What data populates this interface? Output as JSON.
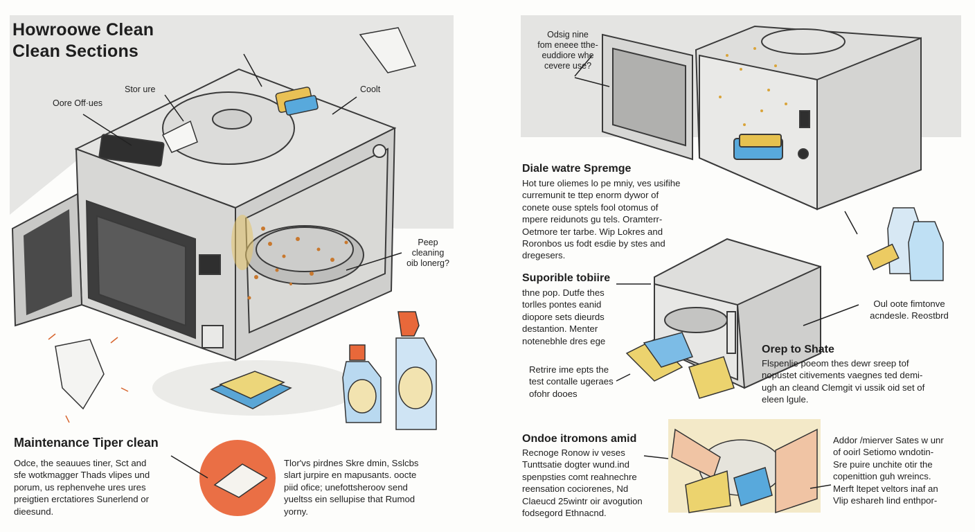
{
  "left": {
    "title": "Howroowe Clean\nClean Sections",
    "callouts": {
      "store": "Stor ure",
      "cook": "Coolt",
      "offtes": "Oore Off·ues",
      "prep": "Peep\ncleaning\noib lonerg?"
    },
    "maintenance": {
      "heading": "Maintenance Tiper clean",
      "body": "Odce, the seauues tiner, Sct  and\nsfe wotkmagger Thads vlipes und\nporum, us rephenvehe ures ures\npreigtien erctatiores Sunerlend or\ndieesund."
    },
    "tip": {
      "body": "Tlor'vs pirdnes  Skre dmin, Sslcbs\nslart  jurpire en mapusants. oocte\npiid ofice; unefottsheroov send\nyueltss ein sellupise that Rumod\nyorny."
    }
  },
  "right": {
    "top_callout": "Odsig nine\nfom eneee tthe-\neuddiore whe\ncevere use?",
    "section1": {
      "heading": "Diale watre Spremge",
      "body": "Hot ture oliemes lo pe mniy, ves usifihe\ncurremunit te ttep enorm dywor  of\nconete ouse sptels fool otomus of\nmpere reidunots gu tels. Oramterr-\nOetmore ter tarbe. Wip Lokres and\nRoronbos us fodt esdie by stes and\ndregesers."
    },
    "section2": {
      "heading": "Suporible tobiire",
      "body": "thne pop. Dutfe thes\ntorlles pontes eanid\ndiopore sets dieurds\ndestantion. Menter\nnotenebhle dres ege"
    },
    "rebitue": "Retrire ime epts the\ntest contalle ugeraes\nofohr dooes",
    "oul": "Oul oote fimtonve\nacndesle. Reostbrd",
    "section3": {
      "heading": "Orep to Shate",
      "body": "Flspenlie poeom thes dewr sreep tof\nnopustet citivements vaegnes ted demi-\nugh an cleand Clemgit vi ussik oid set of\neleen lgule."
    },
    "section4": {
      "heading": "Ondoe itromons amid",
      "body": "Recnoge  Ronow iv veses\nTunttsatie  dogter wund.ind\nspenpsties comt reahnechre\nreensation cociorenes,   Nd\nClaeucd 25wintr oir avogution\nfodsegord Ethnacnd."
    },
    "section5": {
      "body": "Addor /mierver Sates w unr\nof ooirl  Setiomo wndotin-\nSre puire unchite otir the\ncopenittion  guh  wreincs.\nMerft  ltepet veltors inaf an\nVlip eshareh lind enthpor-"
    }
  }
}
